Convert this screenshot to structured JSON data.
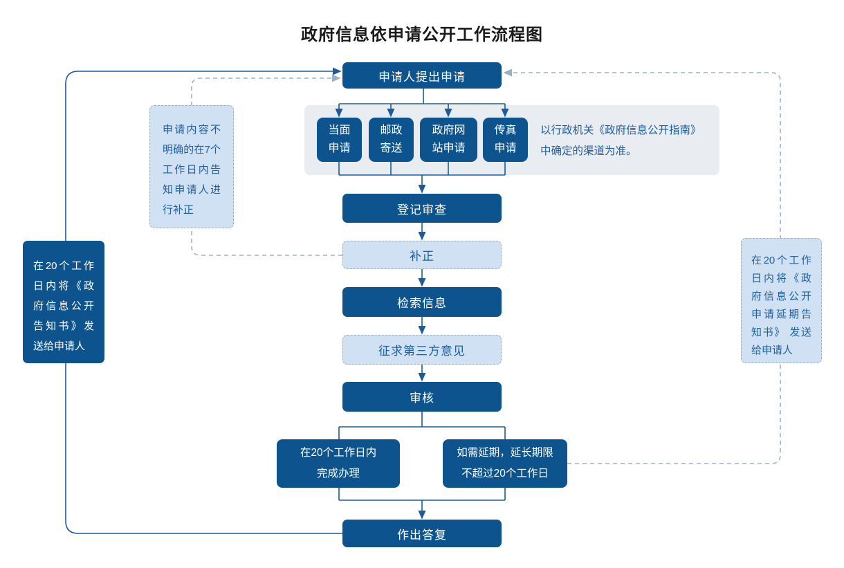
{
  "title": "政府信息依申请公开工作流程图",
  "flow": {
    "apply": "申请人提出申请",
    "channels": [
      {
        "label": "当面申请",
        "lines": [
          "当面",
          "申请"
        ]
      },
      {
        "label": "邮政寄送",
        "lines": [
          "邮政",
          "寄送"
        ]
      },
      {
        "label": "政府网站申请",
        "lines": [
          "政府网",
          "站申请"
        ]
      },
      {
        "label": "传真申请",
        "lines": [
          "传真",
          "申请"
        ]
      }
    ],
    "channels_note": {
      "text": "以行政机关《政府信息公开指南》中确定的渠道为准。",
      "lines": [
        "以行政机关《政府信息公开指南》",
        "中确定的渠道为准。"
      ]
    },
    "register": "登记审查",
    "correction": "补正",
    "retrieve": "检索信息",
    "third_party": "征求第三方意见",
    "review": "审核",
    "complete": {
      "text": "在20个工作日内完成办理",
      "lines": [
        "在20个工作日内",
        "完成办理"
      ]
    },
    "extension": {
      "text": "如需延期，延长期限不超过20个工作日",
      "lines": [
        "如需延期，延长期限",
        "不超过20个工作日"
      ]
    },
    "reply": "作出答复"
  },
  "notes": {
    "send_notice": {
      "text": "在20个工作日内将《政府信息公开告知书》发送给申请人",
      "lines": [
        "在20个工作",
        "日内将《政",
        "府信息公开",
        "告知书》发",
        "送给申请人"
      ]
    },
    "clarify": {
      "text": "申请内容不明确的在7个工作日内告知申请人进行补正",
      "lines": [
        "申请内容不",
        "明确的在7个",
        "工作日内告",
        "知申请人进",
        "行补正"
      ]
    },
    "extension_notice": {
      "text": "在20个工作日内将《政府信息公开申请延期告知书》 发送给申请人",
      "lines": [
        "在20个工作",
        "日内将《政",
        "府信息公开",
        "申请延期告",
        "知书》 发送",
        "给申请人"
      ]
    }
  },
  "colors": {
    "node_fill": "#0d538e",
    "node_text": "#ffffff",
    "light_fill": "#cfe1f2",
    "light_border": "#a0acb6",
    "blue_text": "#1f5fa0",
    "panel_fill": "#e9edf2",
    "solid_line": "#1c5c99",
    "dashed_line": "#9ab0c8",
    "title_color": "#1a1a1a"
  }
}
